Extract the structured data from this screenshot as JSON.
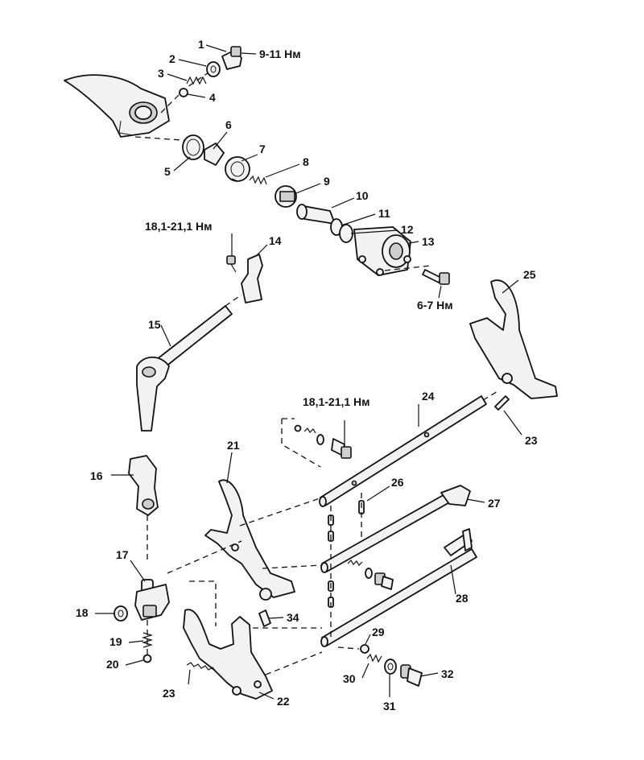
{
  "labels": {
    "l1": "1",
    "l2": "2",
    "l3": "3",
    "l4": "4",
    "l5": "5",
    "l6": "6",
    "l7": "7",
    "l8": "8",
    "l9": "9",
    "l10": "10",
    "l11": "11",
    "l12": "12",
    "l13": "13",
    "l14": "14",
    "l15": "15",
    "l16": "16",
    "l17": "17",
    "l18": "18",
    "l19": "19",
    "l20": "20",
    "l21": "21",
    "l22": "22",
    "l23a": "23",
    "l23b": "23",
    "l24": "24",
    "l25": "25",
    "l26": "26",
    "l27": "27",
    "l28": "28",
    "l29": "29",
    "l30": "30",
    "l31": "31",
    "l32": "32",
    "l34": "34"
  },
  "torques": {
    "t1": "9-11 Нм",
    "t2": "18,1-21,1 Нм",
    "t3": "6-7 Нм",
    "t4": "18,1-21,1 Нм"
  }
}
